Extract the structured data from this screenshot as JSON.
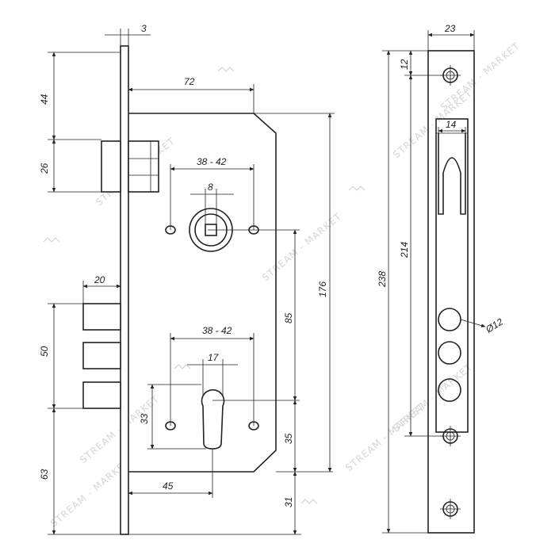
{
  "front_view": {
    "dims": {
      "plate_thickness": "3",
      "body_width": "72",
      "deadbolt_height": "44",
      "deadbolt_width": "26",
      "spindle_hole_spacing": "38 - 42",
      "spindle_square": "8",
      "latch_bolt_width": "20",
      "latch_bolt_span": "50",
      "cylinder_hole_spacing": "38 - 42",
      "cylinder_width": "17",
      "cylinder_height": "33",
      "backset": "45",
      "center_distance": "85",
      "body_height": "176",
      "cylinder_to_body_bottom": "35",
      "lower_bolt_to_bottom": "63",
      "bottom_offset": "31"
    }
  },
  "side_view": {
    "dims": {
      "faceplate_width": "23",
      "top_offset": "12",
      "slot_width": "14",
      "screw_distance": "214",
      "total_height": "238",
      "hole_diameter": "Ø12"
    }
  },
  "watermark": "STREAM - MARKET"
}
